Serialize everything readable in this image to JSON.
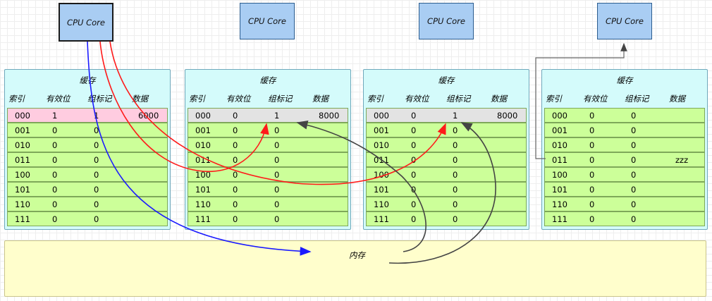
{
  "cores": [
    {
      "label": "CPU Core"
    },
    {
      "label": "CPU Core"
    },
    {
      "label": "CPU Core"
    },
    {
      "label": "CPU Core"
    }
  ],
  "caches": [
    {
      "title": "缓存",
      "headers": [
        "索引",
        "有效位",
        "组标记",
        "数据"
      ],
      "rows": [
        [
          "000",
          "1",
          "1",
          "6000"
        ],
        [
          "001",
          "0",
          "0",
          ""
        ],
        [
          "010",
          "0",
          "0",
          ""
        ],
        [
          "011",
          "0",
          "0",
          ""
        ],
        [
          "100",
          "0",
          "0",
          ""
        ],
        [
          "101",
          "0",
          "0",
          ""
        ],
        [
          "110",
          "0",
          "0",
          ""
        ],
        [
          "111",
          "0",
          "0",
          ""
        ]
      ]
    },
    {
      "title": "缓存",
      "headers": [
        "索引",
        "有效位",
        "组标记",
        "数据"
      ],
      "rows": [
        [
          "000",
          "0",
          "1",
          "8000"
        ],
        [
          "001",
          "0",
          "0",
          ""
        ],
        [
          "010",
          "0",
          "0",
          ""
        ],
        [
          "011",
          "0",
          "0",
          ""
        ],
        [
          "100",
          "0",
          "0",
          ""
        ],
        [
          "101",
          "0",
          "0",
          ""
        ],
        [
          "110",
          "0",
          "0",
          ""
        ],
        [
          "111",
          "0",
          "0",
          ""
        ]
      ]
    },
    {
      "title": "缓存",
      "headers": [
        "索引",
        "有效位",
        "组标记",
        "数据"
      ],
      "rows": [
        [
          "000",
          "0",
          "1",
          "8000"
        ],
        [
          "001",
          "0",
          "0",
          ""
        ],
        [
          "010",
          "0",
          "0",
          ""
        ],
        [
          "011",
          "0",
          "0",
          ""
        ],
        [
          "100",
          "0",
          "0",
          ""
        ],
        [
          "101",
          "0",
          "0",
          ""
        ],
        [
          "110",
          "0",
          "0",
          ""
        ],
        [
          "111",
          "0",
          "0",
          ""
        ]
      ]
    },
    {
      "title": "缓存",
      "headers": [
        "索引",
        "有效位",
        "组标记",
        "数据"
      ],
      "rows": [
        [
          "000",
          "0",
          "0",
          ""
        ],
        [
          "001",
          "0",
          "0",
          ""
        ],
        [
          "010",
          "0",
          "0",
          ""
        ],
        [
          "011",
          "0",
          "0",
          "zzz"
        ],
        [
          "100",
          "0",
          "0",
          ""
        ],
        [
          "101",
          "0",
          "0",
          ""
        ],
        [
          "110",
          "0",
          "0",
          ""
        ],
        [
          "111",
          "0",
          "0",
          ""
        ]
      ]
    }
  ],
  "memory": {
    "label": "内存"
  },
  "colors": {
    "core_fill": "#a9cdf3",
    "cache_fill": "#d4fbfb",
    "row_fill": "#ccff99",
    "highlight_pink": "#ffcce0",
    "highlight_gray": "#e3e3e3",
    "memory_fill": "#fffecc",
    "arrow_blue": "#1a1aff",
    "arrow_red": "#ff1a1a",
    "arrow_dark": "#444444"
  }
}
